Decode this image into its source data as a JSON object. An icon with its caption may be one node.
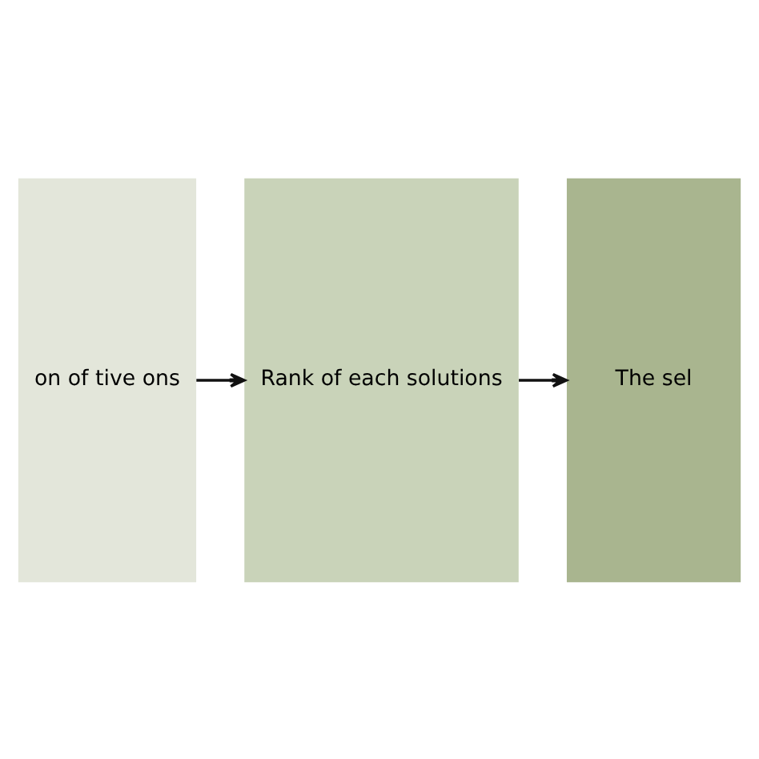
{
  "diagram": {
    "nodes": [
      {
        "text": [
          "on of tive ons"
        ]
      },
      {
        "text": [
          "Rank of each solutions"
        ]
      },
      {
        "text": [
          "The sel"
        ]
      }
    ],
    "edges": [
      {
        "from": 0,
        "to": 1,
        "arrow": "to"
      },
      {
        "from": 1,
        "to": 2,
        "arrow": "to"
      }
    ]
  }
}
